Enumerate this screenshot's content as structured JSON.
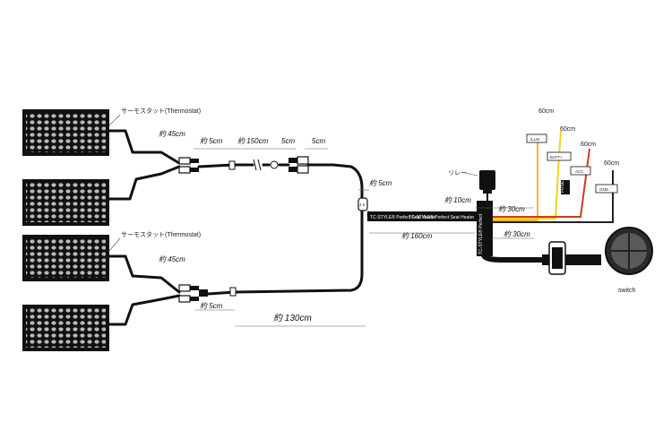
{
  "thermostat_label": "サーモスタット(Thermostat)",
  "lengths": {
    "top_45": "約 45cm",
    "bottom_45": "約 45cm",
    "top_5a": "約 5cm",
    "top_150": "約 150cm",
    "top_5b": "5cm",
    "top_5c": "5cm",
    "mid_5": "約 5cm",
    "mid_160": "約 160cm",
    "relay_10": "約 10cm",
    "relay_30": "約 30cm",
    "switch_30": "約 30cm",
    "bottom_5": "約 5cm",
    "bottom_130": "約 130cm"
  },
  "relay_label": "リレー",
  "harness_text_1": "TC-STYLE® Perfect Seat Heater",
  "harness_text_2": "TC-STYLE® Perfect Seat Heater",
  "wires": {
    "illm": {
      "length": "60cm",
      "tag": "ILLM",
      "color": "#e6b83a"
    },
    "batt": {
      "length": "60cm",
      "tag": "BATT+",
      "color": "#f2d21c"
    },
    "acc": {
      "length": "60cm",
      "tag": "ACC",
      "color": "#cc3a22"
    },
    "gnd": {
      "length": "60cm",
      "tag": "GND",
      "color": "#222222"
    }
  },
  "fuse_label": "FUSE",
  "switch_label": "switch"
}
